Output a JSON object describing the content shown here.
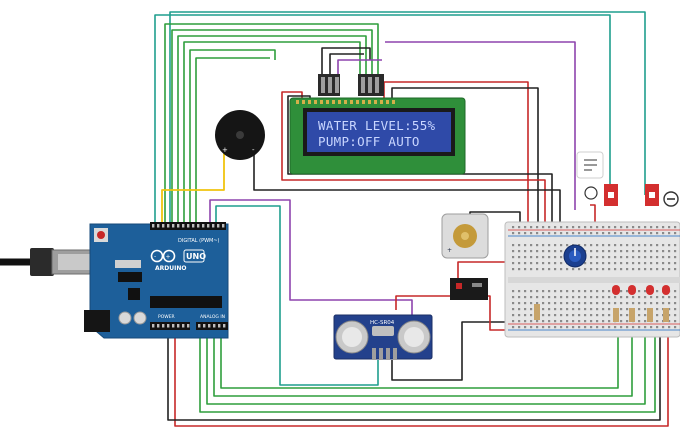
{
  "lcd": {
    "line1": "WATER LEVEL:55%",
    "line2": "PUMP:OFF AUTO"
  },
  "arduino": {
    "digital_label": "DIGITAL (PWM~)",
    "brand": "ARDUINO",
    "model": "UNO",
    "power_label": "POWER",
    "analog_label": "ANALOG IN"
  },
  "sensor": {
    "model": "HC-SR04"
  },
  "icons": {
    "note": "note-icon",
    "record": "record-icon",
    "minus": "minus-circle-icon"
  },
  "colors": {
    "board": "#1d5f9a",
    "lcd_back": "#2f4aa8",
    "pcb_green": "#2f8f3a",
    "wire_red": "#c62828",
    "wire_teal": "#1f9e8e",
    "wire_green": "#2e9e3c",
    "wire_purple": "#8e44ad",
    "wire_black": "#222222",
    "wire_yellow": "#f1c40f",
    "breadboard": "#e6e6e6",
    "accent_red": "#d32f2f"
  }
}
